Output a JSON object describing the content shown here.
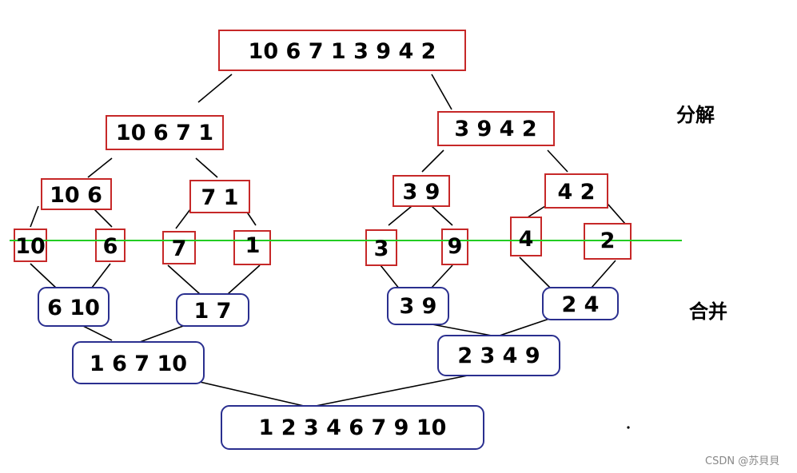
{
  "labels": {
    "split": "分解",
    "merge": "合并"
  },
  "watermark": "CSDN @苏貝貝",
  "colors": {
    "split_box": "#c62828",
    "merge_box": "#2a2f8f",
    "divider": "#22cc22",
    "text": "#000000"
  },
  "split_nodes": {
    "root": "10 6 7 1 3 9 4 2",
    "l": "10 6 7 1",
    "r": "3 9 4 2",
    "ll": "10 6",
    "lr": "7 1",
    "rl": "3 9",
    "rr": "4 2",
    "lll": "10",
    "llr": "6",
    "lrl": "7",
    "lrr": "1",
    "rll": "3",
    "rlr": "9",
    "rrl": "4",
    "rrr": "2"
  },
  "merge_nodes": {
    "m_ll": "6 10",
    "m_lr": "1 7",
    "m_rl": "3 9",
    "m_rr": "2 4",
    "m_l": "1 6 7 10",
    "m_r": "2 3 4 9",
    "m_root": "1 2 3 4 6 7 9 10"
  }
}
